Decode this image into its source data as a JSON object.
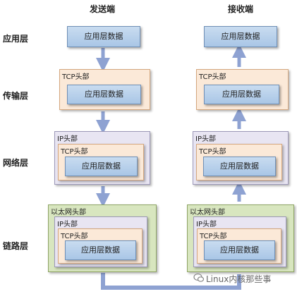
{
  "columns": {
    "send": "发送端",
    "receive": "接收端"
  },
  "layers": {
    "application": "应用层",
    "transport": "传输层",
    "network": "网络层",
    "link": "链路层"
  },
  "labels": {
    "app_data": "应用层数据",
    "tcp_header": "TCP头部",
    "ip_header": "IP头部",
    "eth_header": "以太网头部"
  },
  "watermark": "Linux内核那些事",
  "colors": {
    "app_data": "#a9c6e6",
    "tcp": "#fbe9d8",
    "ip": "#e8e5f2",
    "ethernet": "#d8e6bf",
    "arrow": "#8ea2d2"
  }
}
